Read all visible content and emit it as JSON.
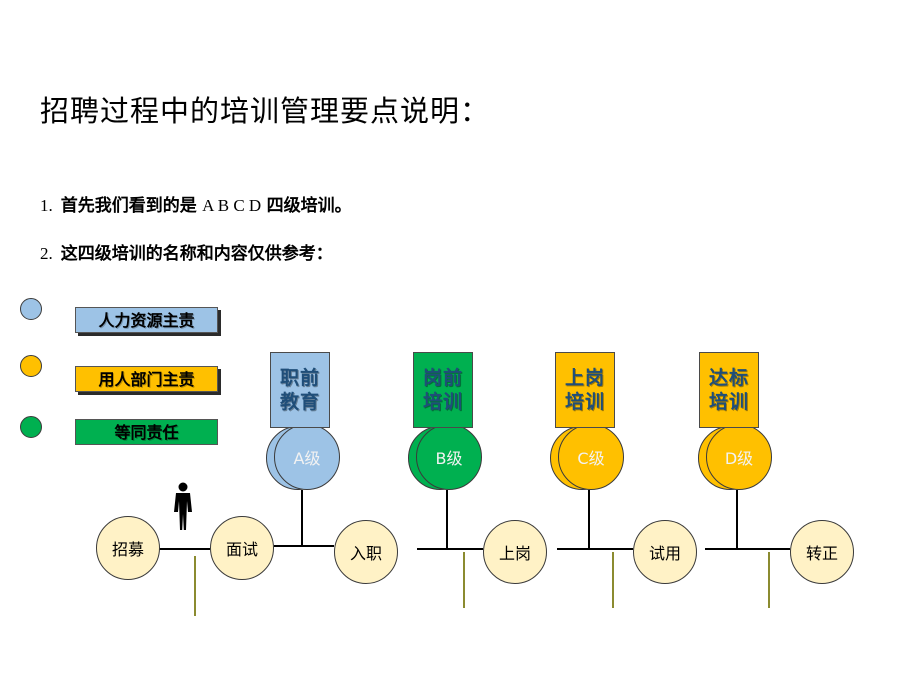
{
  "title": "招聘过程中的培训管理要点说明：",
  "points": [
    {
      "num": "1.",
      "prefix": "首先我们看到的是",
      "letters": "A B C D",
      "suffix": "四级培训。"
    },
    {
      "num": "2.",
      "prefix": "这四级培训的名称和内容仅供参考：",
      "letters": "",
      "suffix": ""
    }
  ],
  "legend": [
    {
      "label": "人力资源主责",
      "color": "#9dc3e6"
    },
    {
      "label": "用人部门主责",
      "color": "#ffc000"
    },
    {
      "label": "等同责任",
      "color": "#00b050"
    }
  ],
  "stages": [
    "招募",
    "面试",
    "入职",
    "上岗",
    "试用",
    "转正"
  ],
  "trainings": [
    {
      "line1": "职前",
      "line2": "教育",
      "level": "A级",
      "color": "#9dc3e6",
      "text_color": "#1f4e79"
    },
    {
      "line1": "岗前",
      "line2": "培训",
      "level": "B级",
      "color": "#00b050",
      "text_color": "#1f4e79"
    },
    {
      "line1": "上岗",
      "line2": "培训",
      "level": "C级",
      "color": "#ffc000",
      "text_color": "#1f4e79"
    },
    {
      "line1": "达标",
      "line2": "培训",
      "level": "D级",
      "color": "#ffc000",
      "text_color": "#1f4e79"
    }
  ],
  "colors": {
    "node_fill": "#fff2c6",
    "stem": "#8b8b30",
    "level_text": "#f2f2f2"
  },
  "icons": [
    "person-icon"
  ]
}
